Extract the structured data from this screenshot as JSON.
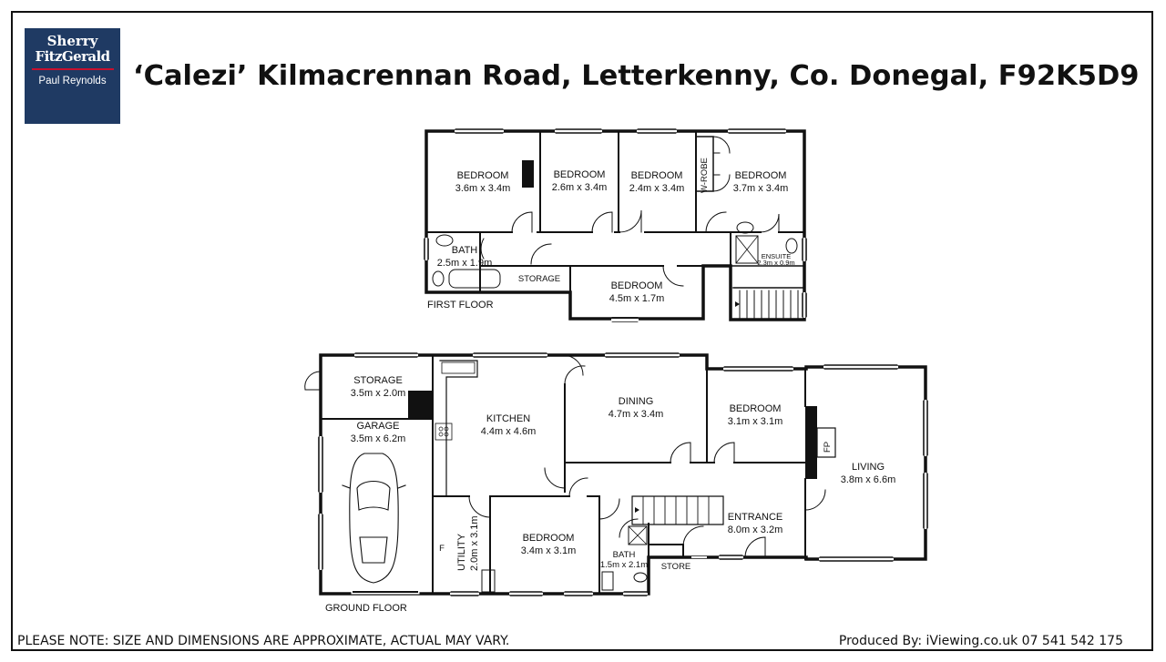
{
  "header": {
    "logo": {
      "line1": "Sherry",
      "line2": "FitzGerald",
      "line3": "Paul Reynolds"
    },
    "title": "‘Calezi’ Kilmacrennan Road, Letterkenny, Co. Donegal, F92K5D9"
  },
  "first_floor": {
    "label": "FIRST FLOOR",
    "rooms": {
      "bedroom1": {
        "name": "BEDROOM",
        "dims": "3.6m x 3.4m"
      },
      "bedroom2": {
        "name": "BEDROOM",
        "dims": "2.6m x 3.4m"
      },
      "bedroom3": {
        "name": "BEDROOM",
        "dims": "2.4m x 3.4m"
      },
      "bedroom4": {
        "name": "BEDROOM",
        "dims": "3.7m x 3.4m"
      },
      "wrobe": {
        "name": "W-ROBE"
      },
      "bath": {
        "name": "BATH",
        "dims": "2.5m x 1.9m"
      },
      "storage": {
        "name": "STORAGE"
      },
      "bedroom5": {
        "name": "BEDROOM",
        "dims": "4.5m x 1.7m"
      },
      "ensuite": {
        "name": "ENSUITE",
        "dims": "2.3m x 0.9m"
      }
    }
  },
  "ground_floor": {
    "label": "GROUND FLOOR",
    "rooms": {
      "storage": {
        "name": "STORAGE",
        "dims": "3.5m x 2.0m"
      },
      "garage": {
        "name": "GARAGE",
        "dims": "3.5m x 6.2m"
      },
      "kitchen": {
        "name": "KITCHEN",
        "dims": "4.4m x 4.6m"
      },
      "dining": {
        "name": "DINING",
        "dims": "4.7m x 3.4m"
      },
      "bedroom1": {
        "name": "BEDROOM",
        "dims": "3.1m x 3.1m"
      },
      "living": {
        "name": "LIVING",
        "dims": "3.8m x 6.6m"
      },
      "fp": {
        "name": "FP"
      },
      "utility": {
        "name": "UTILITY",
        "dims": "2.0m x 3.1m"
      },
      "fridge": {
        "name": "F"
      },
      "bedroom2": {
        "name": "BEDROOM",
        "dims": "3.4m x 3.1m"
      },
      "bath": {
        "name": "BATH",
        "dims": "1.5m x 2.1m"
      },
      "store": {
        "name": "STORE"
      },
      "entrance": {
        "name": "ENTRANCE",
        "dims": "8.0m x 3.2m"
      }
    }
  },
  "footer": {
    "note": "PLEASE NOTE: SIZE AND DIMENSIONS ARE APPROXIMATE, ACTUAL MAY VARY.",
    "credit": "Produced By: iViewing.co.uk 07 541 542 175"
  }
}
